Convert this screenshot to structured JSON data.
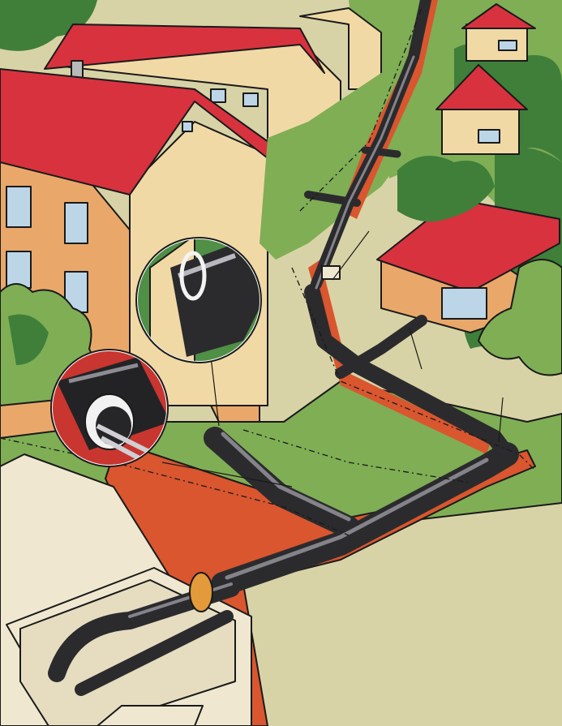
{
  "illustration": {
    "subject": "district-heating-pipeline-cutaway",
    "colors": {
      "roof": "#d8323f",
      "wall_light": "#f1d9a6",
      "wall_orange": "#e9a86a",
      "grass": "#7fae55",
      "foliage_dark": "#3f7f3a",
      "trench": "#d9562f",
      "pipe": "#2b2b2e",
      "pipe_highlight": "#9a9aa0",
      "ground": "#d8d3a6",
      "concrete": "#efe7cf"
    },
    "callouts": [
      {
        "name": "wall-entry-detail",
        "icon": "magnifier-circle"
      },
      {
        "name": "pipe-cross-section-detail",
        "icon": "magnifier-circle"
      }
    ]
  }
}
